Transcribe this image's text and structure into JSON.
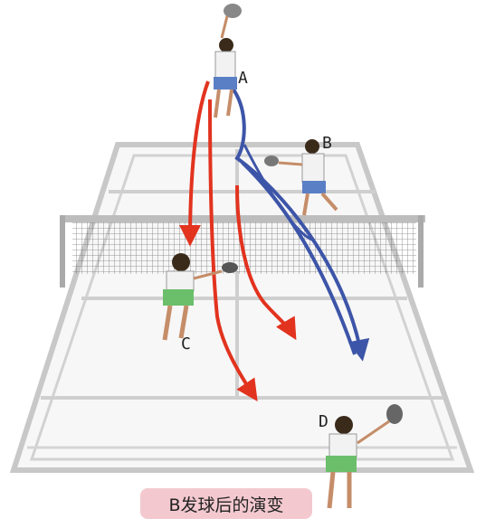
{
  "labels": {
    "a": "A",
    "b": "B",
    "c": "C",
    "d": "D"
  },
  "caption": "B发球后的演变",
  "colors": {
    "court_line": "#c8c8c8",
    "red_path": "#e2331f",
    "blue_path": "#3d55a8",
    "caption_bg": "#f3c9cf"
  }
}
